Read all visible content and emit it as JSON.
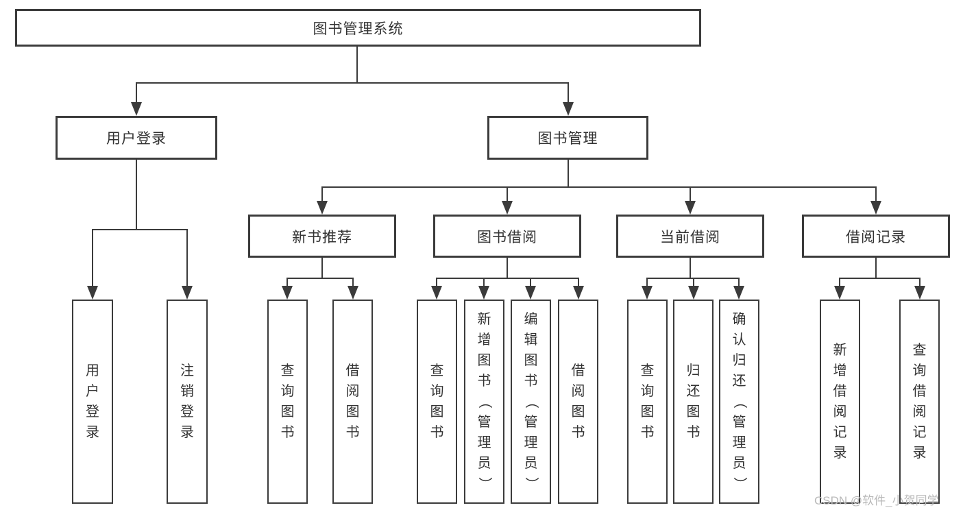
{
  "root": {
    "label": "图书管理系统"
  },
  "level2": [
    {
      "label": "用户登录"
    },
    {
      "label": "图书管理"
    }
  ],
  "level3": [
    {
      "label": "新书推荐"
    },
    {
      "label": "图书借阅"
    },
    {
      "label": "当前借阅"
    },
    {
      "label": "借阅记录"
    }
  ],
  "leaves": [
    {
      "label": "用户登录"
    },
    {
      "label": "注销登录"
    },
    {
      "label": "查询图书"
    },
    {
      "label": "借阅图书"
    },
    {
      "label": "查询图书"
    },
    {
      "label": "新增图书（管理员）"
    },
    {
      "label": "编辑图书（管理员）"
    },
    {
      "label": "借阅图书"
    },
    {
      "label": "查询图书"
    },
    {
      "label": "归还图书"
    },
    {
      "label": "确认归还（管理员）"
    },
    {
      "label": "新增借阅记录"
    },
    {
      "label": "查询借阅记录"
    }
  ],
  "watermark": "CSDN @软件_小贺同学",
  "colors": {
    "line": "#3b3b3b",
    "text": "#333333",
    "watermark": "#b9b9b9",
    "background": "#ffffff"
  }
}
